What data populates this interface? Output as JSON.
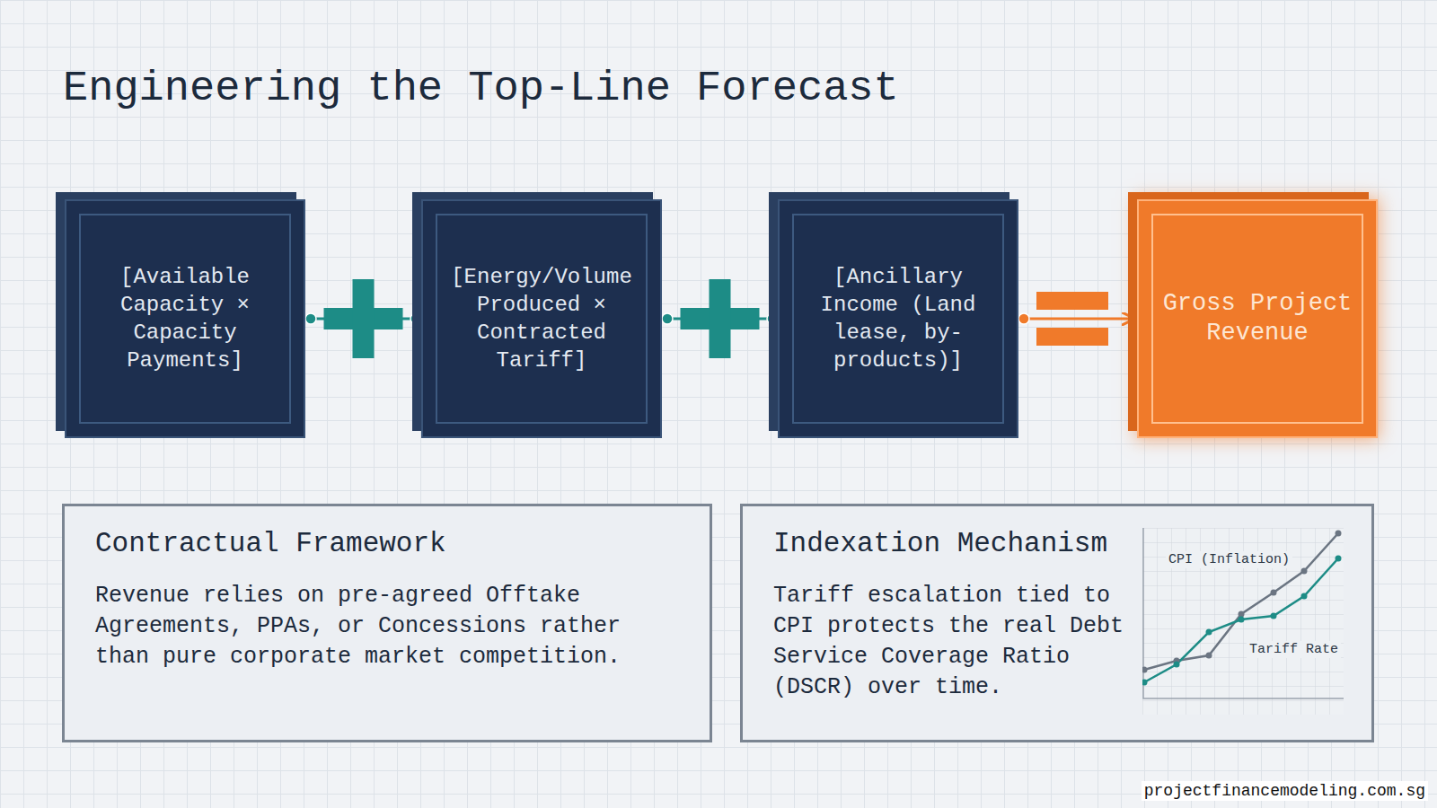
{
  "diagram": {
    "title": "Engineering the Top-Line Forecast",
    "nodes": [
      {
        "text": [
          "[Available Capacity × Capacity Payments]"
        ]
      },
      {
        "text": [
          "[Energy/Volume Produced × Contracted Tariff]"
        ]
      },
      {
        "text": [
          "[Ancillary Income (Land lease, by-products)]"
        ]
      },
      {
        "text": [
          "Gross Project Revenue"
        ]
      },
      {
        "text": [
          "Contractual Framework",
          "Revenue relies on pre-agreed Offtake Agreements, PPAs, or Concessions rather than pure corporate market competition."
        ]
      },
      {
        "text": [
          "Indexation Mechanism",
          "Tariff escalation tied to CPI protects the real Debt Service Coverage Ratio (DSCR) over time."
        ]
      }
    ],
    "edges": [
      {
        "from": 0,
        "to": 1,
        "arrow": "none"
      },
      {
        "from": 1,
        "to": 2,
        "arrow": "none"
      },
      {
        "from": 2,
        "to": 3,
        "arrow": "to"
      }
    ],
    "labels": [
      "CPI (Inflation)",
      "Tariff Rate",
      "projectfinancemodeling.com.sg"
    ]
  }
}
